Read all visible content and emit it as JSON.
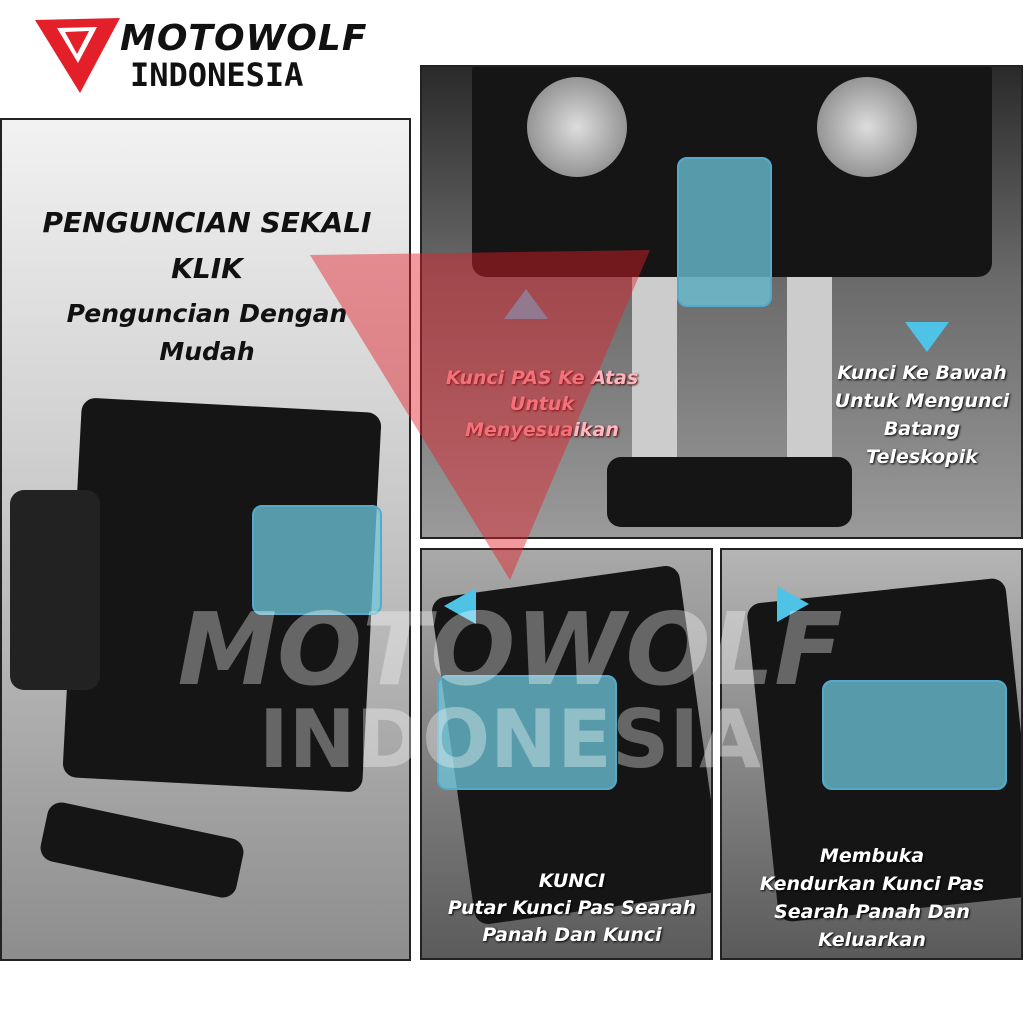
{
  "brand": {
    "name": "MOTOWOLF",
    "subtitle": "INDONESIA",
    "color": "#e3202a"
  },
  "left_panel": {
    "title": "PENGUNCIAN SEKALI KLIK",
    "subtitle": "Penguncian Dengan Mudah"
  },
  "top_panel": {
    "left_caption": [
      "Kunci PAS Ke Atas",
      "Untuk",
      "Menyesuaikan"
    ],
    "right_caption": [
      "Kunci Ke Bawah",
      "Untuk Mengunci",
      "Batang",
      "Teleskopik"
    ]
  },
  "bottom_left": {
    "caption": [
      "KUNCI",
      "Putar Kunci Pas Searah",
      "Panah Dan Kunci"
    ]
  },
  "bottom_right": {
    "caption": [
      "Membuka",
      "Kendurkan Kunci Pas",
      "Searah Panah Dan",
      "Keluarkan"
    ]
  },
  "watermark": {
    "line1": "MOTOWOLF",
    "line2": "INDONESIA"
  },
  "colors": {
    "accent": "#4fc3e6",
    "clip": "#6ec8dc"
  }
}
